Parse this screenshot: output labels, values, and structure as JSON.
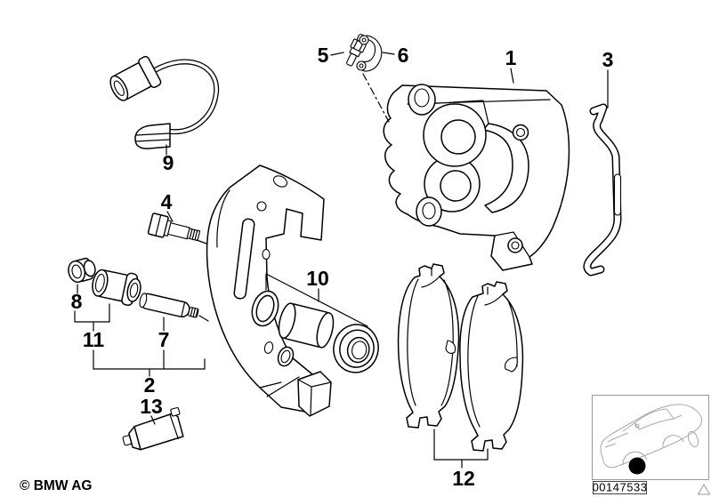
{
  "colors": {
    "ink": "#000000",
    "background": "#ffffff",
    "thumb_line": "#a8a8a8"
  },
  "callouts": [
    {
      "label": "1",
      "part": "brake-caliper"
    },
    {
      "label": "2",
      "part": "caliper-carrier"
    },
    {
      "label": "3",
      "part": "retaining-spring"
    },
    {
      "label": "4",
      "part": "hex-bolt"
    },
    {
      "label": "5",
      "part": "bleeder-screw"
    },
    {
      "label": "6",
      "part": "bleeder-cap"
    },
    {
      "label": "7",
      "part": "guide-pin"
    },
    {
      "label": "8",
      "part": "cap"
    },
    {
      "label": "9",
      "part": "brake-pad-wear-sensor"
    },
    {
      "label": "10",
      "part": "caliper-repair-kit"
    },
    {
      "label": "11",
      "part": "guide-bushing"
    },
    {
      "label": "12",
      "part": "brake-pads"
    },
    {
      "label": "13",
      "part": "grease-tube"
    }
  ],
  "footer": {
    "copyright": "© BMW AG"
  },
  "thumbnail": {
    "image_number": "00147533"
  }
}
